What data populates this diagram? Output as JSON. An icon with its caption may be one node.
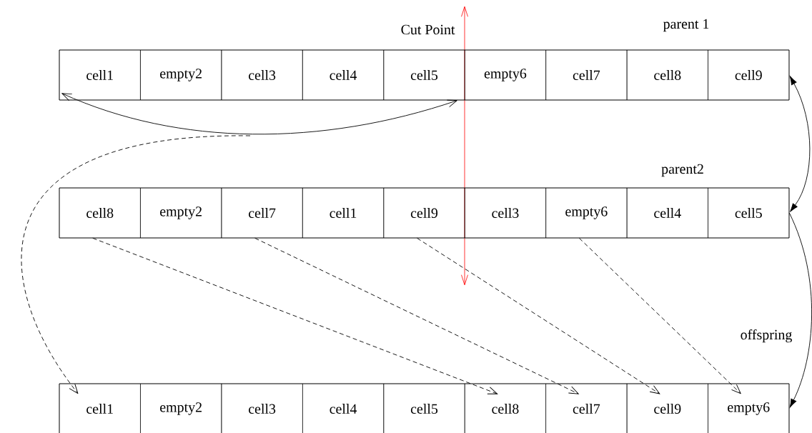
{
  "diagram": {
    "nodes": [
      {
        "text": [
          "parent 1"
        ]
      },
      {
        "text": [
          "cell1"
        ],
        "in": 0
      },
      {
        "text": [
          "empty2"
        ],
        "in": 0
      },
      {
        "text": [
          "cell3"
        ],
        "in": 0
      },
      {
        "text": [
          "cell4"
        ],
        "in": 0
      },
      {
        "text": [
          "cell5"
        ],
        "in": 0
      },
      {
        "text": [
          "empty6"
        ],
        "in": 0
      },
      {
        "text": [
          "cell7"
        ],
        "in": 0
      },
      {
        "text": [
          "cell8"
        ],
        "in": 0
      },
      {
        "text": [
          "cell9"
        ],
        "in": 0
      },
      {
        "text": [
          "parent2"
        ]
      },
      {
        "text": [
          "cell8"
        ],
        "in": 10
      },
      {
        "text": [
          "empty2"
        ],
        "in": 10
      },
      {
        "text": [
          "cell7"
        ],
        "in": 10
      },
      {
        "text": [
          "cell1"
        ],
        "in": 10
      },
      {
        "text": [
          "cell9"
        ],
        "in": 10
      },
      {
        "text": [
          "cell3"
        ],
        "in": 10
      },
      {
        "text": [
          "empty6"
        ],
        "in": 10
      },
      {
        "text": [
          "cell4"
        ],
        "in": 10
      },
      {
        "text": [
          "cell5"
        ],
        "in": 10
      },
      {
        "text": [
          "offspring"
        ]
      },
      {
        "text": [
          "cell1"
        ],
        "in": 20
      },
      {
        "text": [
          "empty2"
        ],
        "in": 20
      },
      {
        "text": [
          "cell3"
        ],
        "in": 20
      },
      {
        "text": [
          "cell4"
        ],
        "in": 20
      },
      {
        "text": [
          "cell5"
        ],
        "in": 20
      },
      {
        "text": [
          "cell8"
        ],
        "in": 20
      },
      {
        "text": [
          "cell7"
        ],
        "in": 20
      },
      {
        "text": [
          "cell9"
        ],
        "in": 20
      },
      {
        "text": [
          "empty6"
        ],
        "in": 20
      }
    ],
    "edges": [
      {
        "from": 1,
        "to": 5,
        "arrow": "both"
      },
      {
        "from": null,
        "to": 21,
        "arrow": "to",
        "style": "dashed"
      },
      {
        "from": 11,
        "to": 26,
        "arrow": "to",
        "style": "dashed"
      },
      {
        "from": 13,
        "to": 27,
        "arrow": "to",
        "style": "dashed"
      },
      {
        "from": 15,
        "to": 28,
        "arrow": "to",
        "style": "dashed"
      },
      {
        "from": 17,
        "to": 29,
        "arrow": "to",
        "style": "dashed"
      },
      {
        "from": 0,
        "to": 10,
        "arrow": "both"
      },
      {
        "from": 10,
        "to": 20,
        "arrow": "to"
      }
    ],
    "labels": [
      "Cut Point"
    ]
  }
}
